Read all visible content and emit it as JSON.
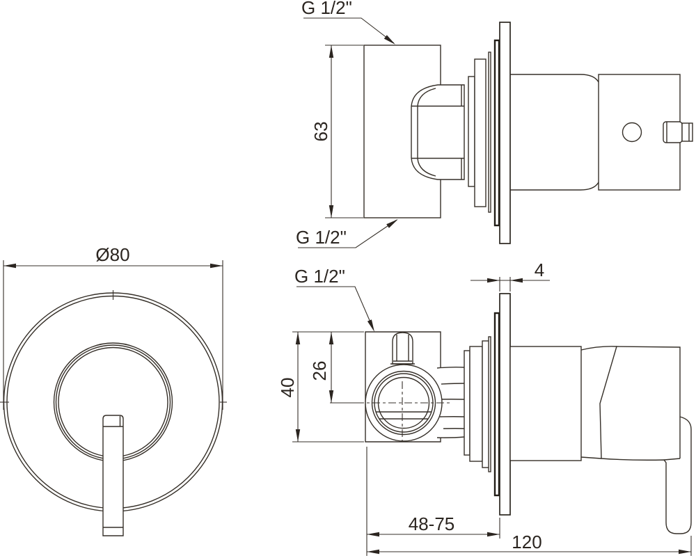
{
  "drawing": {
    "type": "technical-orthographic-drawing",
    "subject": "concealed single-lever shower mixer valve",
    "colors": {
      "line": "#352f28",
      "text": "#2b2520",
      "background": "#ffffff"
    },
    "views": {
      "side_top": {
        "thread_label_top": "G 1/2\"",
        "thread_label_bottom": "G 1/2\"",
        "dim_body_height": "63"
      },
      "front": {
        "dim_plate_diameter": "Ø80"
      },
      "side_section": {
        "thread_label": "G 1/2\"",
        "dim_body_width": "40",
        "dim_port_offset": "26",
        "dim_plate_thickness": "4",
        "dim_install_depth_range": "48-75",
        "dim_total_length": "120"
      }
    }
  }
}
